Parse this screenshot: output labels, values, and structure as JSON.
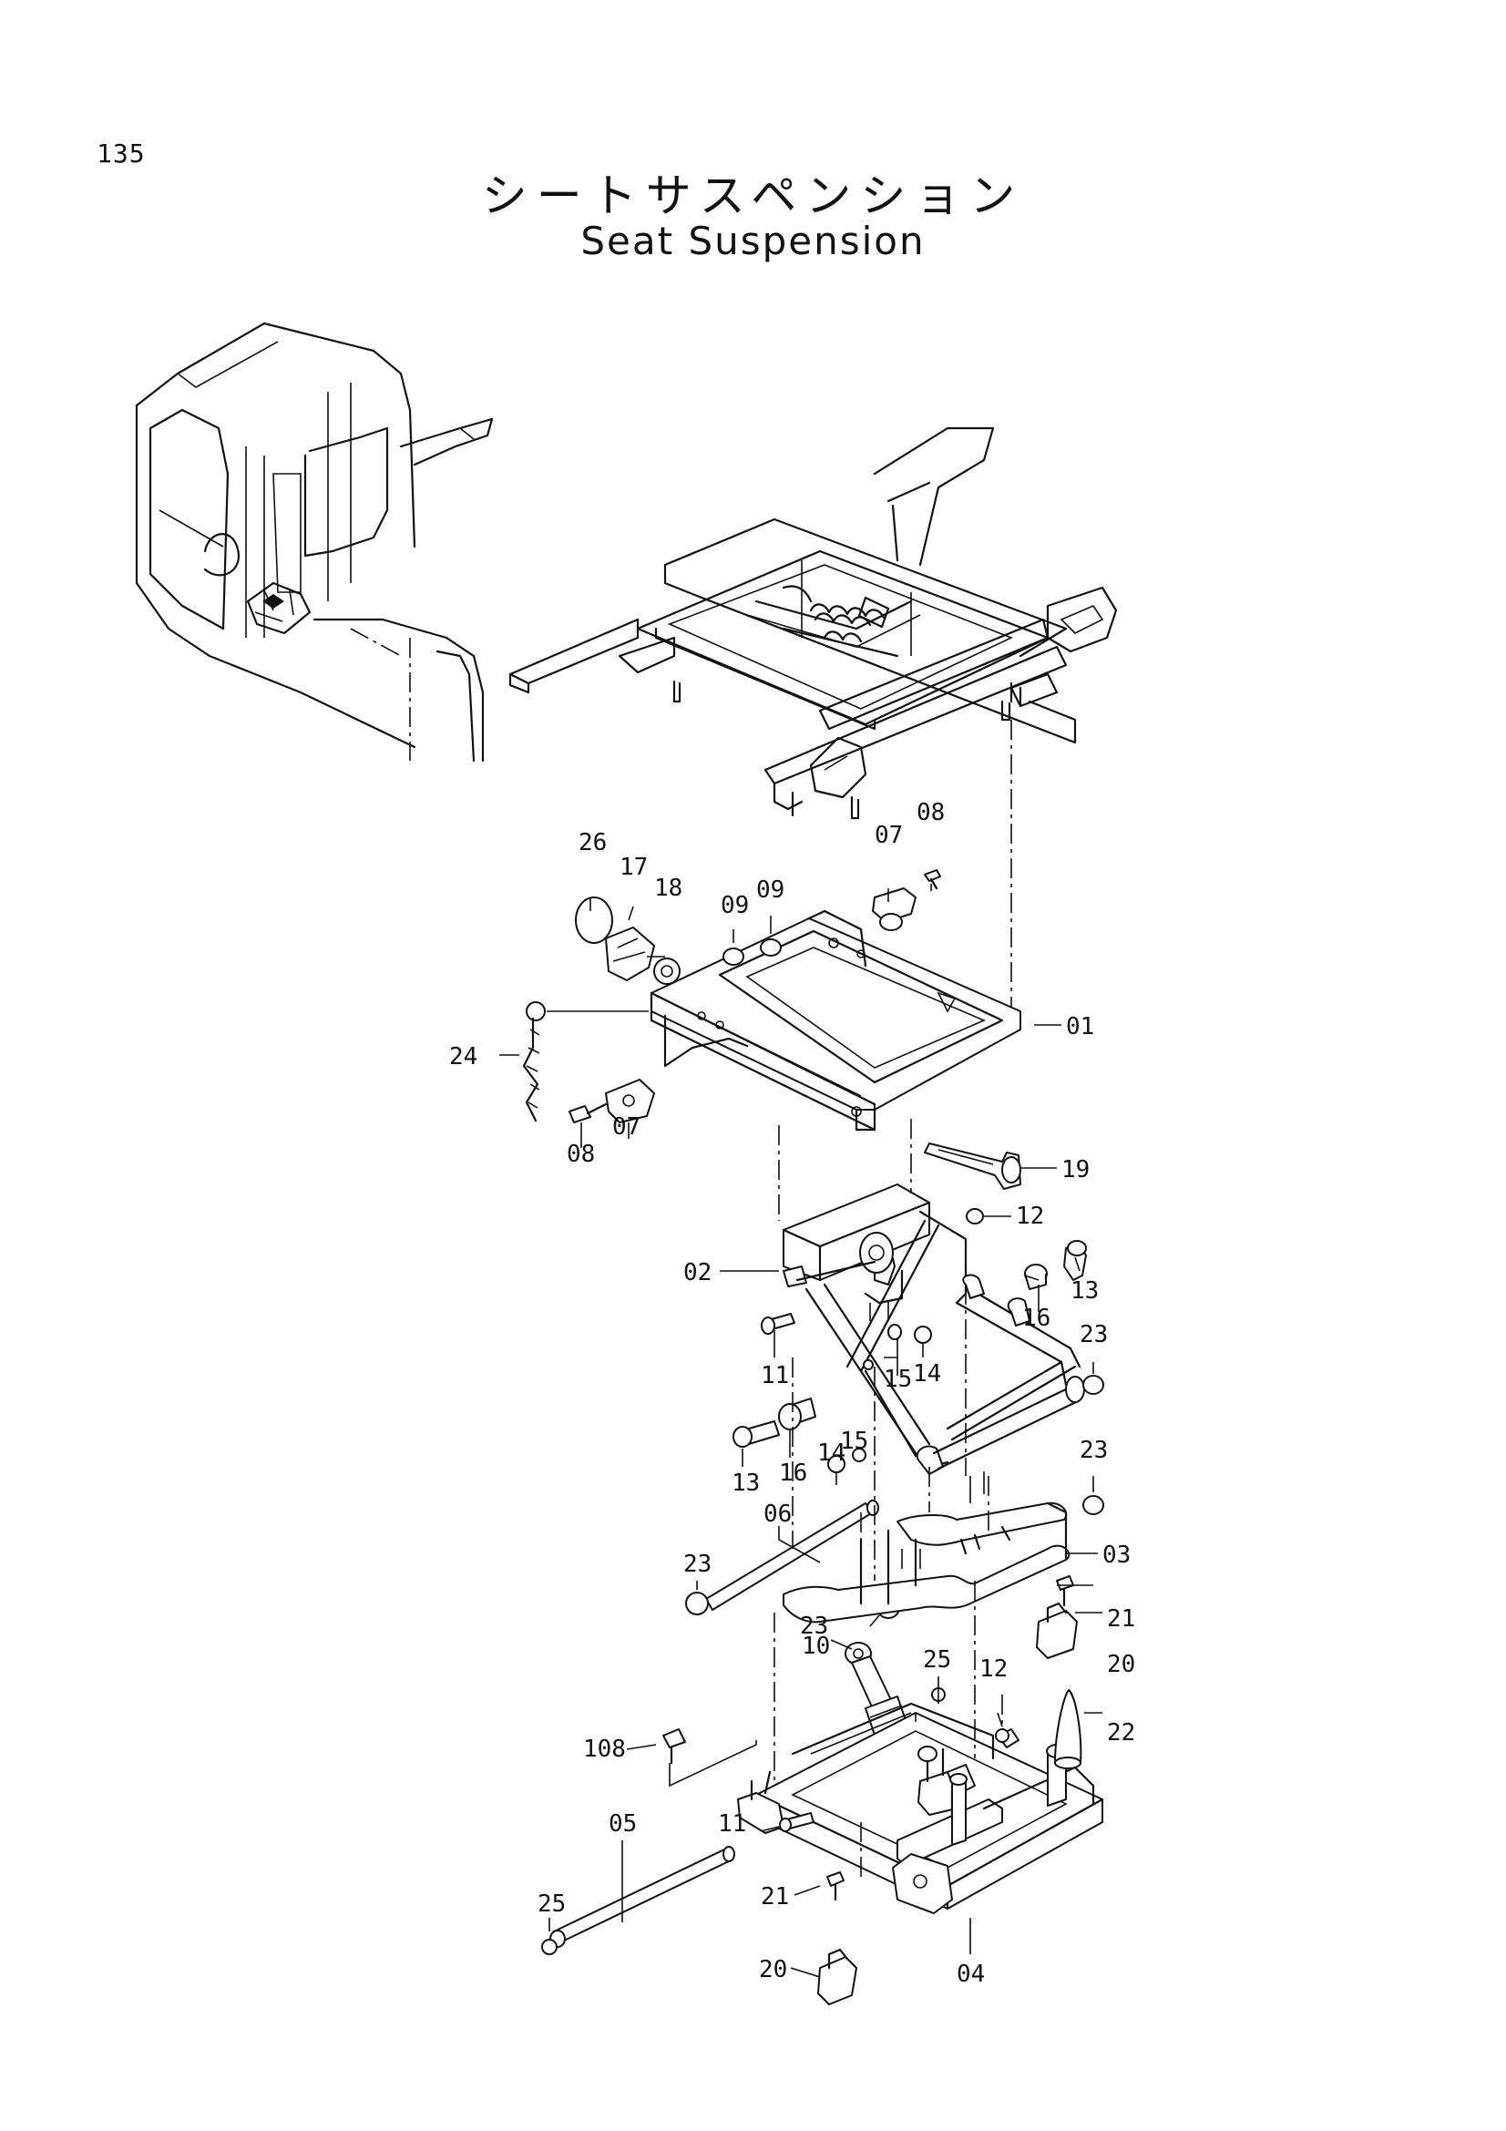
{
  "page_number": "135",
  "title_ja": "シートサスペンション",
  "title_en": "Seat Suspension",
  "callouts": [
    {
      "id": "c01",
      "text": "01"
    },
    {
      "id": "c02",
      "text": "02"
    },
    {
      "id": "c03",
      "text": "03"
    },
    {
      "id": "c04",
      "text": "04"
    },
    {
      "id": "c05",
      "text": "05"
    },
    {
      "id": "c06",
      "text": "06"
    },
    {
      "id": "c07a",
      "text": "07"
    },
    {
      "id": "c07b",
      "text": "07"
    },
    {
      "id": "c08a",
      "text": "08"
    },
    {
      "id": "c08b",
      "text": "08"
    },
    {
      "id": "c09a",
      "text": "09"
    },
    {
      "id": "c09b",
      "text": "09"
    },
    {
      "id": "c10",
      "text": "10"
    },
    {
      "id": "c11a",
      "text": "11"
    },
    {
      "id": "c11b",
      "text": "11"
    },
    {
      "id": "c12a",
      "text": "12"
    },
    {
      "id": "c12b",
      "text": "12"
    },
    {
      "id": "c13a",
      "text": "13"
    },
    {
      "id": "c13b",
      "text": "13"
    },
    {
      "id": "c14a",
      "text": "14"
    },
    {
      "id": "c14b",
      "text": "14"
    },
    {
      "id": "c15a",
      "text": "15"
    },
    {
      "id": "c15b",
      "text": "15"
    },
    {
      "id": "c16a",
      "text": "16"
    },
    {
      "id": "c16b",
      "text": "16"
    },
    {
      "id": "c17",
      "text": "17"
    },
    {
      "id": "c18",
      "text": "18"
    },
    {
      "id": "c19",
      "text": "19"
    },
    {
      "id": "c20a",
      "text": "20"
    },
    {
      "id": "c20b",
      "text": "20"
    },
    {
      "id": "c21a",
      "text": "21"
    },
    {
      "id": "c21b",
      "text": "21"
    },
    {
      "id": "c22",
      "text": "22"
    },
    {
      "id": "c23a",
      "text": "23"
    },
    {
      "id": "c23b",
      "text": "23"
    },
    {
      "id": "c23c",
      "text": "23"
    },
    {
      "id": "c23d",
      "text": "23"
    },
    {
      "id": "c24",
      "text": "24"
    },
    {
      "id": "c25a",
      "text": "25"
    },
    {
      "id": "c25b",
      "text": "25"
    },
    {
      "id": "c26",
      "text": "26"
    },
    {
      "id": "c108",
      "text": "108"
    }
  ]
}
